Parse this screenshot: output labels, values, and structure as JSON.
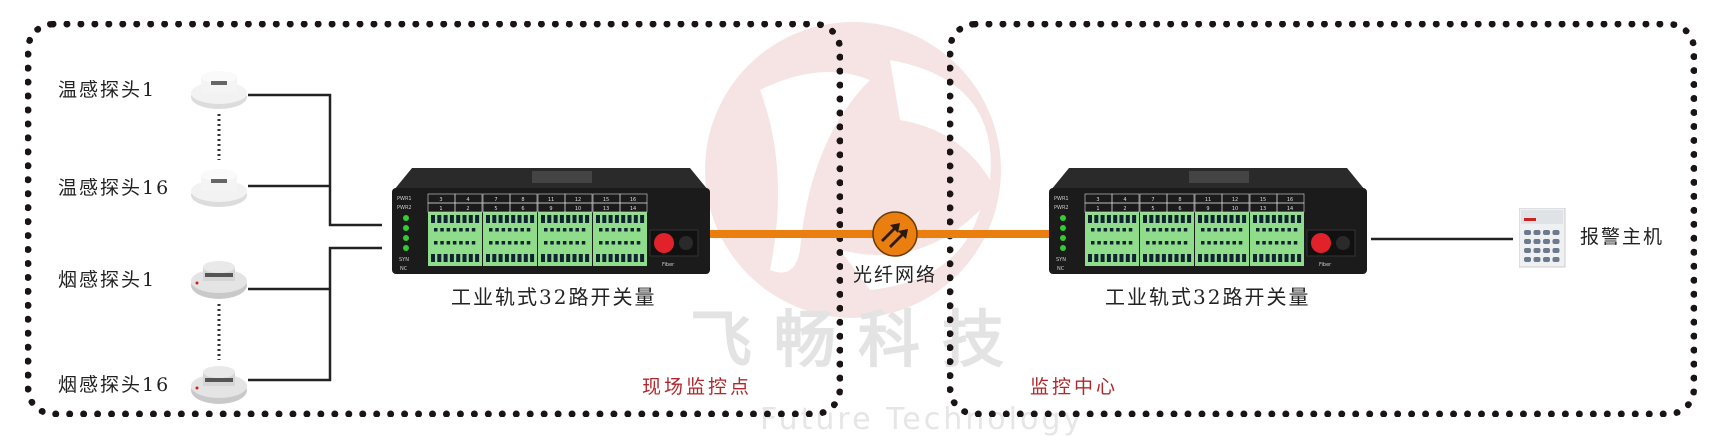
{
  "watermark": {
    "cn": "飞畅科技",
    "en": "Future Technology",
    "logo_color": "#f6e4e4"
  },
  "sensors": [
    {
      "label": "温感探头1",
      "type": "temperature"
    },
    {
      "label": "温感探头16",
      "type": "temperature"
    },
    {
      "label": "烟感探头1",
      "type": "smoke"
    },
    {
      "label": "烟感探头16",
      "type": "smoke"
    }
  ],
  "devices": {
    "left": {
      "label": "工业轨式32路开关量"
    },
    "right": {
      "label": "工业轨式32路开关量"
    },
    "panel": {
      "pwr1": "PWR1",
      "pwr2": "PWR2",
      "syn": "SYN",
      "nc": "NC",
      "fiber": "Fiber",
      "top_numbers": [
        "3",
        "4",
        "7",
        "8",
        "11",
        "12",
        "15",
        "16"
      ],
      "bottom_numbers": [
        "1",
        "2",
        "5",
        "6",
        "9",
        "10",
        "13",
        "14"
      ]
    }
  },
  "network": {
    "label": "光纤网络",
    "color": "#ea7f10",
    "icon": "fiber-network-arrows-icon"
  },
  "alarm_host": {
    "label": "报警主机"
  },
  "zones": {
    "site": "现场监控点",
    "center": "监控中心"
  },
  "colors": {
    "zone_label": "#b0282c",
    "terminal_green": "#8fdc8a",
    "chassis": "#1b1b1b"
  }
}
